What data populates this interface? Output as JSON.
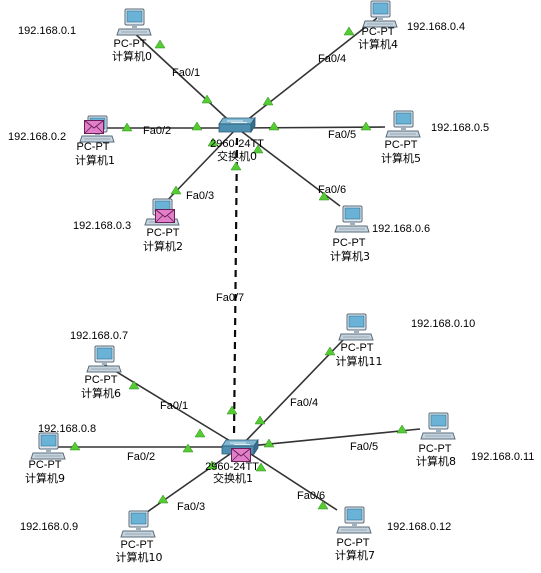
{
  "colors": {
    "link": "#333333",
    "link_light": "#0a0a0a",
    "status_up": "#55cc33",
    "pc_screen": "#6ab3d6",
    "pc_body": "#c6d4df",
    "switch_body": "#4d8fb0",
    "envelope": "#e27fc9"
  },
  "switches": [
    {
      "id": "sw0",
      "model": "2960-24TT",
      "name": "交换机0"
    },
    {
      "id": "sw1",
      "model": "2960-24TT",
      "name": "交换机1"
    }
  ],
  "pcs": [
    {
      "id": "pc0",
      "type": "PC-PT",
      "name": "计算机0",
      "ip": "192.168.0.1",
      "port": "Fa0/1",
      "switch": "sw0",
      "envelope": false
    },
    {
      "id": "pc4",
      "type": "PC-PT",
      "name": "计算机4",
      "ip": "192.168.0.4",
      "port": "Fa0/4",
      "switch": "sw0",
      "envelope": false
    },
    {
      "id": "pc1",
      "type": "PC-PT",
      "name": "计算机1",
      "ip": "192.168.0.2",
      "port": "Fa0/2",
      "switch": "sw0",
      "envelope": true
    },
    {
      "id": "pc5",
      "type": "PC-PT",
      "name": "计算机5",
      "ip": "192.168.0.5",
      "port": "Fa0/5",
      "switch": "sw0",
      "envelope": false
    },
    {
      "id": "pc2",
      "type": "PC-PT",
      "name": "计算机2",
      "ip": "192.168.0.3",
      "port": "Fa0/3",
      "switch": "sw0",
      "envelope": true
    },
    {
      "id": "pc3",
      "type": "PC-PT",
      "name": "计算机3",
      "ip": "192.168.0.6",
      "port": "Fa0/6",
      "switch": "sw0",
      "envelope": false
    },
    {
      "id": "pc6",
      "type": "PC-PT",
      "name": "计算机6",
      "ip": "192.168.0.7",
      "port": "Fa0/1",
      "switch": "sw1",
      "envelope": false
    },
    {
      "id": "pc11",
      "type": "PC-PT",
      "name": "计算机11",
      "ip": "192.168.0.10",
      "port": "Fa0/4",
      "switch": "sw1",
      "envelope": false
    },
    {
      "id": "pc9",
      "type": "PC-PT",
      "name": "计算机9",
      "ip": "192.168.0.8",
      "port": "Fa0/2",
      "switch": "sw1",
      "envelope": false
    },
    {
      "id": "pc8",
      "type": "PC-PT",
      "name": "计算机8",
      "ip": "192.168.0.11",
      "port": "Fa0/5",
      "switch": "sw1",
      "envelope": false
    },
    {
      "id": "pc10",
      "type": "PC-PT",
      "name": "计算机10",
      "ip": "192.168.0.9",
      "port": "Fa0/3",
      "switch": "sw1",
      "envelope": false
    },
    {
      "id": "pc7",
      "type": "PC-PT",
      "name": "计算机7",
      "ip": "192.168.0.12",
      "port": "Fa0/6",
      "switch": "sw1",
      "envelope": false
    }
  ],
  "trunk": {
    "from": "sw0",
    "to": "sw1",
    "port": "Fa0/7",
    "style": "dashed"
  }
}
